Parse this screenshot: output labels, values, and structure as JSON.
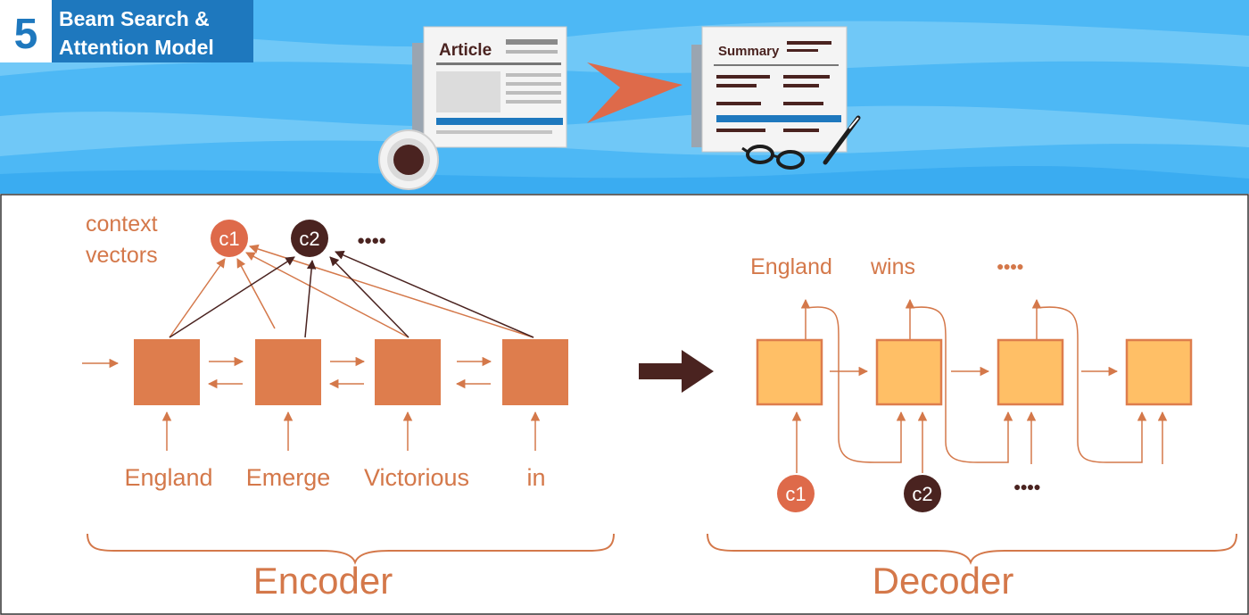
{
  "banner": {
    "step_number": "5",
    "title_line1": "Beam Search &",
    "title_line2": "Attention Model",
    "article_label": "Article",
    "summary_label": "Summary"
  },
  "encoder": {
    "context_label_line1": "context",
    "context_label_line2": "vectors",
    "context_nodes": [
      "c1",
      "c2"
    ],
    "context_more": "●●●●",
    "input_words": [
      "England",
      "Emerge",
      "Victorious",
      "in"
    ],
    "title": "Encoder"
  },
  "decoder": {
    "output_words": [
      "England",
      "wins"
    ],
    "output_more": "●●●●",
    "context_inputs": [
      "c1",
      "c2"
    ],
    "context_more": "●●●●",
    "title": "Decoder"
  },
  "colors": {
    "sky": "#4db8f5",
    "badge_blue": "#1e78be",
    "encoder_cell": "#de7d4d",
    "decoder_cell": "#ffbf66",
    "text_orange": "#d4784a",
    "dark_node": "#4a2320",
    "arrow_dark": "#4a2320"
  }
}
